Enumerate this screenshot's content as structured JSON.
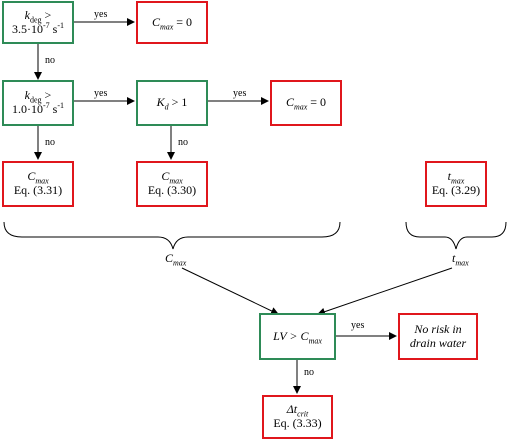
{
  "nodes": {
    "kdeg_gt_3_5": {
      "var": "k",
      "var_sub": "deg",
      "op": " >",
      "val_prefix": "3.5·10",
      "val_exp": "-7",
      "unit": " s",
      "unit_exp": "-1"
    },
    "kdeg_gt_1_0": {
      "var": "k",
      "var_sub": "deg",
      "op": " >",
      "val_prefix": "1.0·10",
      "val_exp": "-7",
      "unit": " s",
      "unit_exp": "-1"
    },
    "cmax_zero_1": {
      "var": "C",
      "var_sub": "max",
      "rest": " = 0"
    },
    "kd_gt_1": {
      "var": "K",
      "var_sub": "d",
      "rest": " > 1"
    },
    "cmax_zero_2": {
      "var": "C",
      "var_sub": "max",
      "rest": " = 0"
    },
    "cmax_eq331": {
      "var": "C",
      "var_sub": "max",
      "eq": "Eq. (3.31)"
    },
    "cmax_eq330": {
      "var": "C",
      "var_sub": "max",
      "eq": "Eq. (3.30)"
    },
    "tmax_eq329": {
      "var": "t",
      "var_sub": "max",
      "eq": "Eq. (3.29)"
    },
    "lv_gt_cmax": {
      "left": "LV > ",
      "var": "C",
      "var_sub": "max"
    },
    "no_risk": {
      "line1": "No risk in",
      "line2": "drain water"
    },
    "dt_eq333": {
      "var": "Δt",
      "var_sub": "crit",
      "eq": "Eq. (3.33)"
    }
  },
  "edges": {
    "yes_1": "yes",
    "no_1": "no",
    "yes_2": "yes",
    "yes_3": "yes",
    "no_2": "no",
    "no_3": "no",
    "yes_4": "yes",
    "no_4": "no"
  },
  "brace_labels": {
    "cmax": {
      "var": "C",
      "var_sub": "max"
    },
    "tmax": {
      "var": "t",
      "var_sub": "max"
    }
  },
  "colors": {
    "decision": "#2e8b57",
    "result": "#e0161c",
    "line": "#000000"
  }
}
